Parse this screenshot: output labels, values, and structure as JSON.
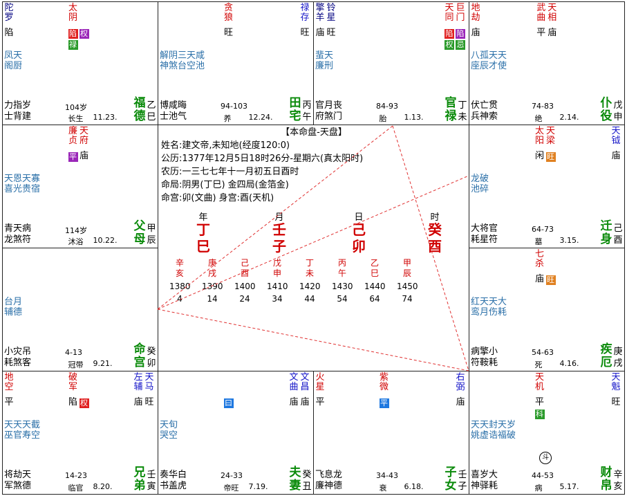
{
  "palaces": [
    {
      "id": "si",
      "col": 0,
      "row": 0,
      "stars": [
        {
          "t": "陀罗",
          "c": "navy",
          "b": "陷"
        },
        {
          "t": "太阴",
          "c": "red",
          "b": "",
          "badges": [
            {
              "t": "陷",
              "c": "b-red"
            },
            {
              "t": "权",
              "c": "b-purple"
            },
            {
              "t": "禄",
              "c": "b-green"
            }
          ]
        }
      ],
      "minor": [
        "凤天",
        "阁厨"
      ],
      "row1": "力指岁",
      "row2": "士背建",
      "age": "104岁",
      "change": "长生",
      "date": "11.23.",
      "name": [
        "福",
        "德"
      ],
      "gz": [
        "乙",
        "巳"
      ]
    },
    {
      "id": "wu",
      "col": 1,
      "row": 0,
      "stars": [
        {
          "t": "贪狼",
          "c": "red",
          "b": "旺"
        },
        {
          "t": "禄存",
          "c": "blue",
          "b": "旺"
        }
      ],
      "minor": [
        "解阴三天咸",
        "神煞台空池"
      ],
      "row1": "博咸晦",
      "row2": "士池气",
      "age": "94-103",
      "change": "养",
      "date": "12.24.",
      "name": [
        "田",
        "宅"
      ],
      "gz": [
        "丙",
        "午"
      ]
    },
    {
      "id": "wei",
      "col": 2,
      "row": 0,
      "stars": [
        {
          "t": "擎羊",
          "c": "navy",
          "b": "庙"
        },
        {
          "t": "铃星",
          "c": "navy",
          "b": "旺"
        },
        {
          "t": "天同",
          "c": "red",
          "b": "",
          "badges": [
            {
              "t": "陷",
              "c": "b-red"
            },
            {
              "t": "权",
              "c": "b-green"
            }
          ]
        },
        {
          "t": "巨门",
          "c": "red",
          "b": "",
          "badges": [
            {
              "t": "陷",
              "c": "b-purple"
            },
            {
              "t": "忌",
              "c": "b-green"
            }
          ]
        }
      ],
      "minor": [
        "蜚天",
        "廉刑"
      ],
      "row1": "官月丧",
      "row2": "府煞门",
      "age": "84-93",
      "change": "胎",
      "date": "1.13.",
      "name": [
        "官",
        "禄"
      ],
      "gz": [
        "丁",
        "未"
      ]
    },
    {
      "id": "shen",
      "col": 3,
      "row": 0,
      "stars": [
        {
          "t": "地劫",
          "c": "red",
          "b": "庙"
        },
        {
          "t": "武曲",
          "c": "red",
          "b": "平"
        },
        {
          "t": "天相",
          "c": "red",
          "b": "庙"
        }
      ],
      "minor": [
        "八孤天天",
        "座辰才使"
      ],
      "row1": "伏亡贯",
      "row2": "兵神索",
      "age": "74-83",
      "change": "绝",
      "date": "2.14.",
      "name": [
        "仆",
        "役"
      ],
      "gz": [
        "戊",
        "申"
      ]
    },
    {
      "id": "chen",
      "col": 0,
      "row": 1,
      "stars": [
        {
          "t": "廉贞",
          "c": "red",
          "b": "",
          "badges": [
            {
              "t": "平",
              "c": "b-purple"
            }
          ]
        },
        {
          "t": "天府",
          "c": "red",
          "b": "庙"
        }
      ],
      "minor": [
        "天恩天寡",
        "喜光贵宿"
      ],
      "row1": "青天病",
      "row2": "龙煞符",
      "age": "114岁",
      "change": "沐浴",
      "date": "10.22.",
      "name": [
        "父",
        "母"
      ],
      "gz": [
        "甲",
        "辰"
      ]
    },
    {
      "id": "you",
      "col": 3,
      "row": 1,
      "stars": [
        {
          "t": "太阳",
          "c": "red",
          "b": "闲"
        },
        {
          "t": "天梁",
          "c": "red",
          "b": "",
          "badges": [
            {
              "t": "旺",
              "c": "b-orange"
            }
          ]
        },
        {
          "t": "天钺",
          "c": "blue",
          "b": "庙"
        }
      ],
      "minor": [
        "龙破",
        "池碎"
      ],
      "row1": "大将官",
      "row2": "耗星符",
      "age": "64-73",
      "change": "墓",
      "date": "3.15.",
      "name": [
        "迁",
        "身"
      ],
      "gz": [
        "己",
        "酉"
      ]
    },
    {
      "id": "mao",
      "col": 0,
      "row": 2,
      "stars": [],
      "minor": [
        "台月",
        "辅德"
      ],
      "row1": "小灾吊",
      "row2": "耗煞客",
      "age": "4-13",
      "change": "冠带",
      "date": "9.21.",
      "name": [
        "命",
        "宫"
      ],
      "gz": [
        "癸",
        "卯"
      ]
    },
    {
      "id": "xu",
      "col": 3,
      "row": 2,
      "stars": [
        {
          "t": "七杀",
          "c": "red",
          "b": "庙",
          "badges": [
            {
              "t": "旺",
              "c": "b-orange"
            }
          ]
        }
      ],
      "minor": [
        "红天天大",
        "鸾月伤耗"
      ],
      "row1": "病擎小",
      "row2": "符鞍耗",
      "age": "54-63",
      "change": "死",
      "date": "4.16.",
      "name": [
        "疾",
        "厄"
      ],
      "gz": [
        "庚",
        "戌"
      ]
    },
    {
      "id": "yin",
      "col": 0,
      "row": 3,
      "stars": [
        {
          "t": "地空",
          "c": "red",
          "b": "平"
        },
        {
          "t": "破军",
          "c": "red",
          "b": "陷",
          "badges": [
            {
              "t": "权",
              "c": "b-red"
            }
          ]
        },
        {
          "t": "左辅",
          "c": "blue",
          "b": "庙"
        },
        {
          "t": "天马",
          "c": "blue",
          "b": "旺"
        }
      ],
      "minor": [
        "天天天截",
        "巫官寿空"
      ],
      "row1": "将劫天",
      "row2": "军煞德",
      "age": "14-23",
      "change": "临官",
      "date": "8.20.",
      "name": [
        "兄",
        "弟"
      ],
      "gz": [
        "壬",
        "寅"
      ]
    },
    {
      "id": "chou",
      "col": 1,
      "row": 3,
      "stars": [
        {
          "t": "文曲",
          "c": "blue",
          "b": "庙"
        },
        {
          "t": "文昌",
          "c": "blue",
          "b": "庙"
        }
      ],
      "minor": [
        "天旬",
        "哭空"
      ],
      "row1": "奏华白",
      "row2": "书盖虎",
      "age": "24-33",
      "change": "帝旺",
      "date": "7.19.",
      "name": [
        "夫",
        "妻"
      ],
      "gz": [
        "癸",
        "丑"
      ],
      "centerBadge": "曰"
    },
    {
      "id": "zi",
      "col": 2,
      "row": 3,
      "stars": [
        {
          "t": "火星",
          "c": "red",
          "b": "平"
        },
        {
          "t": "紫微",
          "c": "red",
          "b": "",
          "badges": [
            {
              "t": "平",
              "c": "b-blue"
            }
          ]
        },
        {
          "t": "右弼",
          "c": "blue",
          "b": "庙"
        }
      ],
      "minor": [],
      "row1": "飞息龙",
      "row2": "廉神德",
      "age": "34-43",
      "change": "衰",
      "date": "6.18.",
      "name": [
        "子",
        "女"
      ],
      "gz": [
        "壬",
        "子"
      ]
    },
    {
      "id": "hai",
      "col": 3,
      "row": 3,
      "stars": [
        {
          "t": "天机",
          "c": "red",
          "b": "平",
          "badges": [
            {
              "t": "科",
              "c": "b-green"
            }
          ]
        },
        {
          "t": "天魁",
          "c": "blue",
          "b": "旺"
        }
      ],
      "minor": [
        "天天封天岁",
        "姚虚诰福破"
      ],
      "row1": "喜岁大",
      "row2": "神驿耗",
      "age": "44-53",
      "change": "病",
      "date": "5.17.",
      "name": [
        "财",
        "帛"
      ],
      "gz": [
        "辛",
        "亥"
      ],
      "icon": "斗"
    }
  ],
  "center": {
    "title": "【本命盘-天盘】",
    "lines": [
      "姓名:建文帝,未知地(经度120:0)",
      "公历:1377年12月5日18时26分-星期六(真太阳时)",
      "农历:一三七七年十一月初五日酉时",
      "命局:阴男(丁巳)     金四局(金箔金)",
      "命宫:卯(文曲)       身宫:酉(天机)"
    ],
    "pillars": [
      {
        "label": "年",
        "top": "丁",
        "bottom": "巳"
      },
      {
        "label": "月",
        "top": "壬",
        "bottom": "子"
      },
      {
        "label": "日",
        "top": "己",
        "bottom": "卯"
      },
      {
        "label": "时",
        "top": "癸",
        "bottom": "酉"
      }
    ],
    "dayun": [
      {
        "g": "辛",
        "z": "亥",
        "y": "1380",
        "a": "4"
      },
      {
        "g": "庚",
        "z": "戌",
        "y": "1390",
        "a": "14"
      },
      {
        "g": "己",
        "z": "酉",
        "y": "1400",
        "a": "24"
      },
      {
        "g": "戊",
        "z": "申",
        "y": "1410",
        "a": "34"
      },
      {
        "g": "丁",
        "z": "未",
        "y": "1420",
        "a": "44"
      },
      {
        "g": "丙",
        "z": "午",
        "y": "1430",
        "a": "54"
      },
      {
        "g": "乙",
        "z": "巳",
        "y": "1440",
        "a": "64"
      },
      {
        "g": "甲",
        "z": "辰",
        "y": "1450",
        "a": "74"
      }
    ]
  }
}
